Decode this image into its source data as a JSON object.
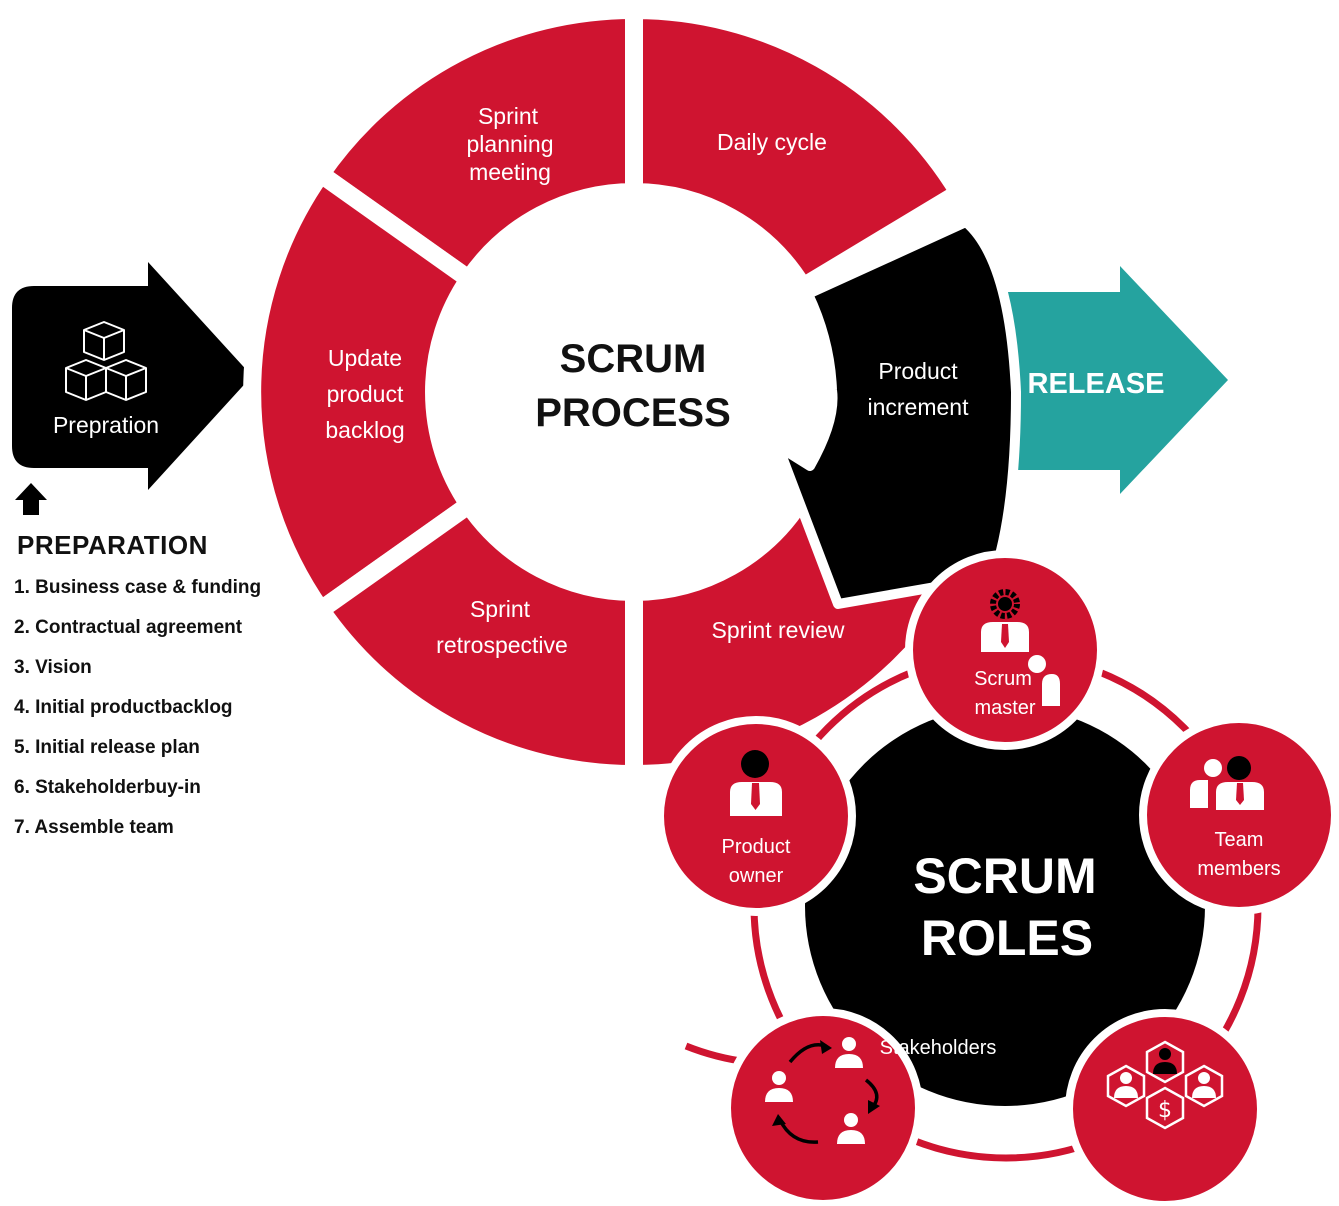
{
  "colors": {
    "red": "#cf1430",
    "black": "#000000",
    "teal": "#25a39f",
    "white": "#ffffff"
  },
  "process": {
    "title_line1": "SCRUM",
    "title_line2": "PROCESS",
    "segments": {
      "sprint_planning": [
        "Sprint",
        "planning",
        "meeting"
      ],
      "daily_cycle": "Daily cycle",
      "product_increment": [
        "Product",
        "increment"
      ],
      "sprint_review": "Sprint review",
      "sprint_retrospective": [
        "Sprint",
        "retrospective"
      ],
      "update_backlog": [
        "Update",
        "product",
        "backlog"
      ]
    }
  },
  "preparation_arrow": {
    "label": "Prepration",
    "icon": "boxes-icon"
  },
  "release_arrow": {
    "label": "RELEASE"
  },
  "preparation": {
    "title": "PREPARATION",
    "items": [
      "1. Business case & funding",
      "2. Contractual agreement",
      "3. Vision",
      "4. Initial productbacklog",
      "5. Initial release plan",
      "6. Stakeholderbuy-in",
      "7. Assemble team"
    ]
  },
  "roles": {
    "title_line1": "SCRUM",
    "title_line2": "ROLES",
    "scrum_master": [
      "Scrum",
      "master"
    ],
    "product_owner": [
      "Product",
      "owner"
    ],
    "team_members": [
      "Team",
      "members"
    ],
    "stakeholders": "Stakeholders"
  }
}
